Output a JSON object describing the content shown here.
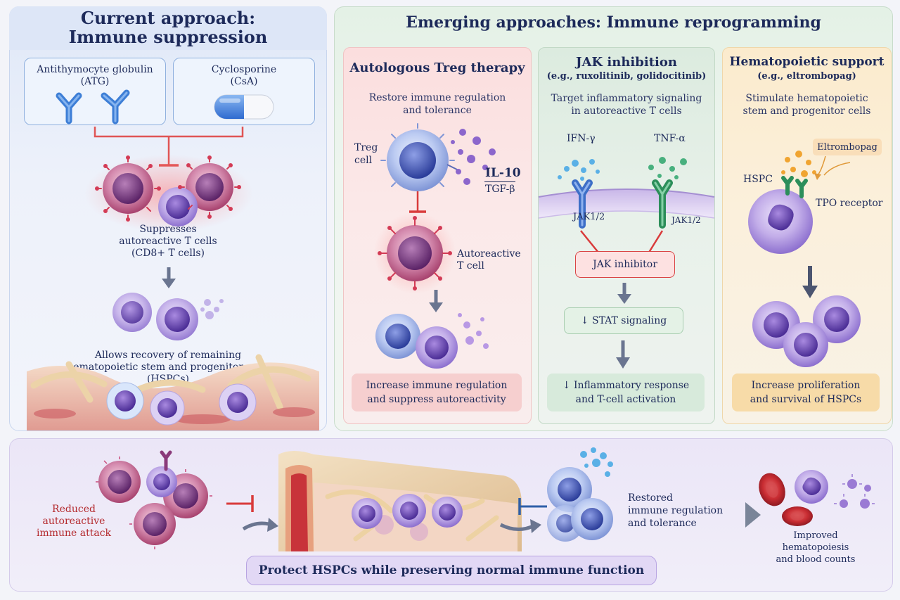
{
  "current": {
    "title_line1": "Current approach:",
    "title_line2": "Immune suppression",
    "atg_line1": "Antithymocyte globulin",
    "atg_line2": "(ATG)",
    "csa_line1": "Cyclosporine",
    "csa_line2": "(CsA)",
    "suppress_line1": "Suppresses",
    "suppress_line2": "autoreactive T cells",
    "suppress_line3": "(CD8+ T cells)",
    "recovery_line1": "Allows recovery of remaining",
    "recovery_line2": "hematopoietic stem and progenitor cells",
    "recovery_line3": "(HSPCs)"
  },
  "emerging": {
    "title": "Emerging approaches: Immune reprogramming",
    "treg": {
      "title": "Autologous Treg therapy",
      "desc_line1": "Restore immune regulation",
      "desc_line2": "and tolerance",
      "treg_label_line1": "Treg",
      "treg_label_line2": "cell",
      "il10": "IL-10",
      "tgfb": "TGF-β",
      "auto_line1": "Autoreactive",
      "auto_line2": "T cell",
      "result_line1": "Increase immune regulation",
      "result_line2": "and suppress autoreactivity"
    },
    "jak": {
      "title": "JAK inhibition",
      "subtitle": "(e.g., ruxolitinib, golidocitinib)",
      "desc_line1": "Target inflammatory signaling",
      "desc_line2": "in autoreactive T cells",
      "ifn": "IFN-γ",
      "tnf": "TNF-α",
      "jak_left": "JAK1/2",
      "jak_right": "JAK1/2",
      "inhibitor": "JAK inhibitor",
      "stat": "↓ STAT signaling",
      "result_line1": "↓ Inflammatory response",
      "result_line2": "and T-cell activation"
    },
    "hema": {
      "title": "Hematopoietic support",
      "subtitle": "(e.g., eltrombopag)",
      "desc_line1": "Stimulate hematopoietic",
      "desc_line2": "stem and progenitor cells",
      "eltrombopag": "Eltrombopag",
      "hspc": "HSPC",
      "tpo": "TPO receptor",
      "result_line1": "Increase proliferation",
      "result_line2": "and survival of HSPCs"
    }
  },
  "bottom": {
    "reduced_line1": "Reduced",
    "reduced_line2": "autoreactive",
    "reduced_line3": "immune attack",
    "restored_line1": "Restored",
    "restored_line2": "immune regulation",
    "restored_line3": "and tolerance",
    "improved_line1": "Improved",
    "improved_line2": "hematopoiesis",
    "improved_line3": "and blood counts",
    "banner": "Protect HSPCs while preserving normal immune function"
  },
  "colors": {
    "navy": "#1d2a5a",
    "red_accent": "#c0262e",
    "blue_accent": "#2f5fa8",
    "purple_cell": "#7a5cc4",
    "pink_cell": "#c2427a",
    "treg_bg": "#fbe3e3",
    "jak_bg": "#e3efe5",
    "hema_bg": "#fbefd9"
  },
  "icons": [
    "antibody-icon",
    "capsule-icon",
    "inhibit-arrow-icon",
    "receptor-icon",
    "red-blood-cell-icon",
    "platelet-icon"
  ]
}
